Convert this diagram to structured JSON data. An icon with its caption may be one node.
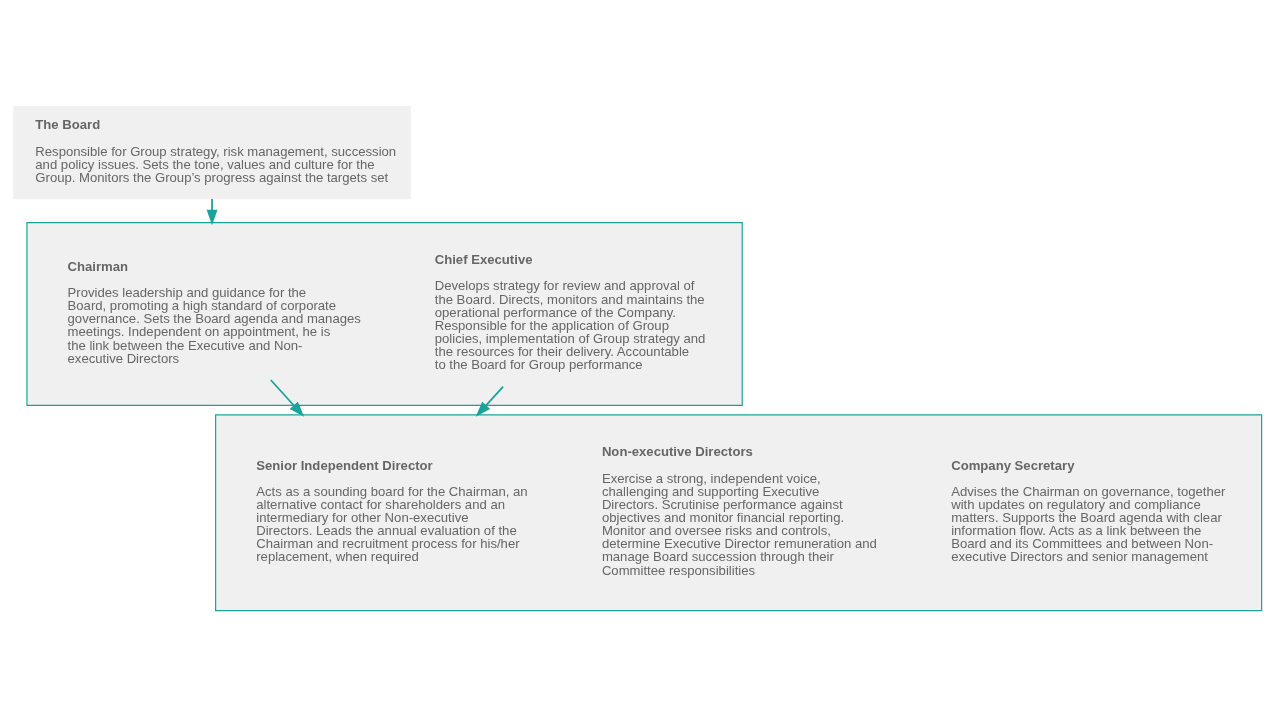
{
  "diagram": {
    "nodes": [
      {
        "text": [
          "The Board",
          "Responsible for Group strategy, risk management, succession and policy issues. Sets the tone, values and culture for the Group. Monitors the Group’s progress against the targets set"
        ]
      },
      {
        "text": [],
        "shape": "bar"
      },
      {
        "text": [
          "Chairman",
          "Provides leadership and guidance for the Board, promoting a high standard of corporate governance. Sets the Board agenda and manages meetings. Independent on appointment, he is the link between the Executive and Non-executive Directors"
        ],
        "in": 1
      },
      {
        "text": [
          "Chief Executive",
          "Develops strategy for review and approval of the Board. Directs, monitors and maintains the operational performance of the Company. Responsible for the application of Group policies, implementation of Group strategy and the resources for their delivery. Accountable to the Board for Group performance"
        ],
        "in": 1
      },
      {
        "text": [],
        "shape": "bar"
      },
      {
        "text": [
          "Senior Independent Director",
          "Acts as a sounding board for the Chairman, an alternative contact for shareholders and an intermediary for other Non-executive Directors. Leads the annual evaluation of the Chairman and recruitment process for his/her replacement, when required"
        ],
        "in": 4
      },
      {
        "text": [
          "Non-executive Directors",
          "Exercise a strong, independent voice, challenging and supporting Executive Directors. Scrutinise performance against objectives and monitor financial reporting. Monitor and oversee risks and controls, determine Executive Director remuneration and manage Board succession through their Committee responsibilities"
        ],
        "in": 4
      },
      {
        "text": [
          "Company Secretary",
          "Advises the Chairman on governance, together with updates on regulatory and compliance matters. Supports the Board agenda with clear information flow. Acts as a link between the Board and its Committees and between Non-executive Directors and senior management"
        ],
        "in": 4
      }
    ],
    "edges": [
      {
        "from": 0,
        "to": 1,
        "arrow": "to"
      },
      {
        "from": 2,
        "to": 4,
        "arrow": "to"
      },
      {
        "from": 3,
        "to": 4,
        "arrow": "to"
      }
    ]
  }
}
